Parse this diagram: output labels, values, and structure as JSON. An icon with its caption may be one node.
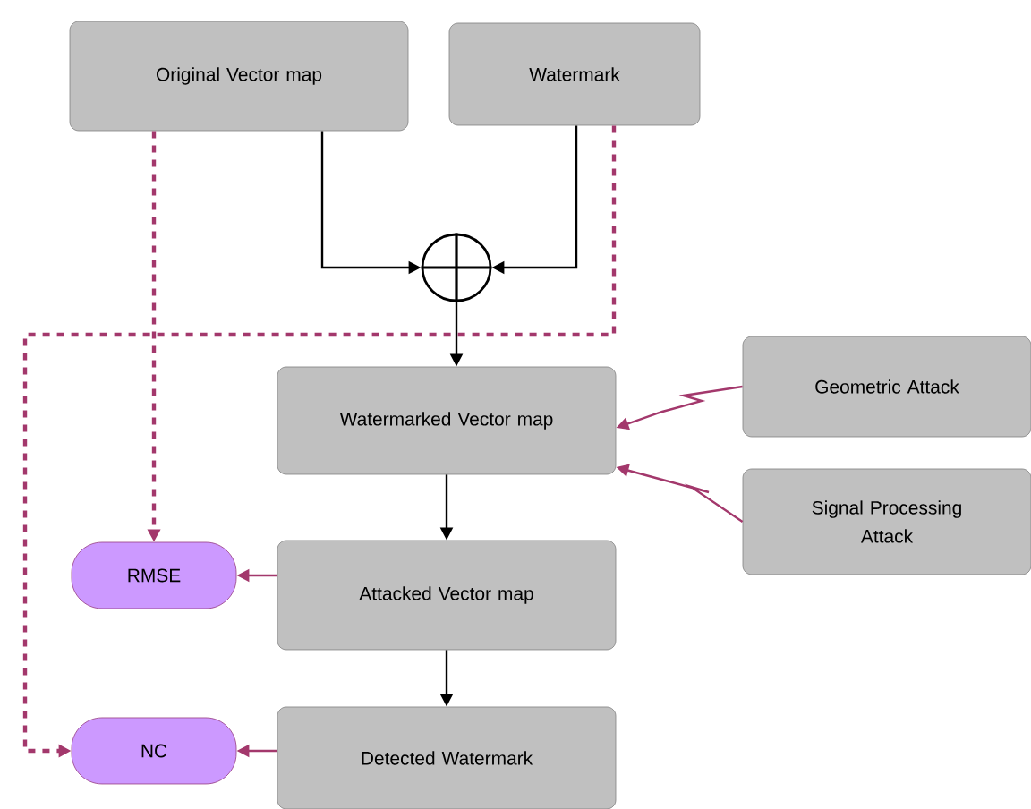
{
  "diagram": {
    "nodes": [
      {
        "text": [
          "Original Vector map"
        ]
      },
      {
        "text": [
          "Watermark"
        ]
      },
      {
        "text": [],
        "shape": "circle"
      },
      {
        "text": [
          "Watermarked Vector map"
        ]
      },
      {
        "text": [
          "Geometric Attack"
        ]
      },
      {
        "text": [
          "Signal Processing Attack"
        ]
      },
      {
        "text": [
          "RMSE"
        ]
      },
      {
        "text": [
          "Attacked Vector map"
        ]
      },
      {
        "text": [
          "NC"
        ]
      },
      {
        "text": [
          "Detected Watermark"
        ]
      }
    ],
    "edges": [
      {
        "from": 0,
        "to": 2,
        "arrow": "to",
        "color": "#000000"
      },
      {
        "from": 1,
        "to": 2,
        "arrow": "to",
        "color": "#000000"
      },
      {
        "from": 2,
        "to": 3,
        "arrow": "to",
        "color": "#000000"
      },
      {
        "from": 4,
        "to": 3,
        "arrow": "to"
      },
      {
        "from": 5,
        "to": 3,
        "arrow": "to"
      },
      {
        "from": 3,
        "to": 7,
        "arrow": "to",
        "color": "#000000"
      },
      {
        "from": 7,
        "to": 9,
        "arrow": "to",
        "color": "#000000"
      },
      {
        "from": 7,
        "to": 6,
        "arrow": "to"
      },
      {
        "from": 9,
        "to": 8,
        "arrow": "to"
      },
      {
        "from": 0,
        "to": 6,
        "arrow": "to",
        "style": "dashed"
      },
      {
        "from": 1,
        "to": 8,
        "arrow": "to",
        "style": "dashed"
      }
    ]
  }
}
